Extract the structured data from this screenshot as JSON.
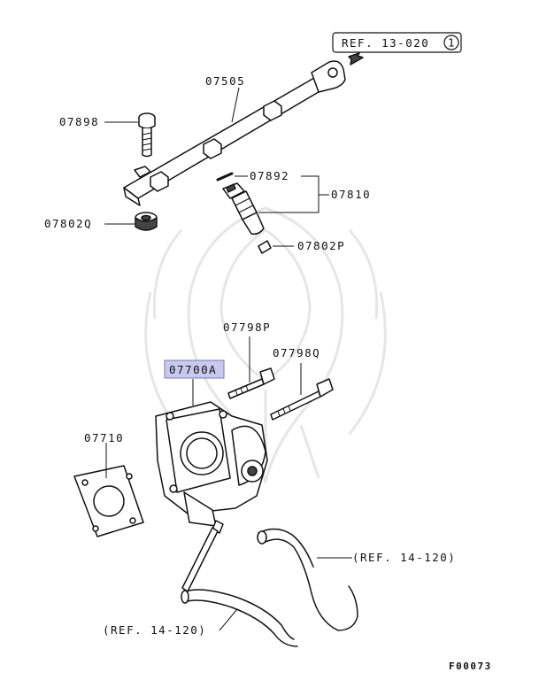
{
  "labels": {
    "fuel_rail": "07505",
    "rail_bolt": "07898",
    "rail_insulator": "07802Q",
    "injector_o_ring": "07892",
    "injector": "07810",
    "injector_insulator": "07802P",
    "bolt_p": "07798P",
    "bolt_q": "07798Q",
    "throttle_body": "07700A",
    "gasket": "07710"
  },
  "references": {
    "ref_top": "REF. 13-020",
    "ref_top_index": "1",
    "ref_right": "(REF. 14-120)",
    "ref_bottom": "(REF. 14-120)"
  },
  "figure_code": "F00073",
  "colors": {
    "highlight": "#c9c9ee",
    "highlight_border": "#7a7ab0",
    "ink": "#111111"
  }
}
